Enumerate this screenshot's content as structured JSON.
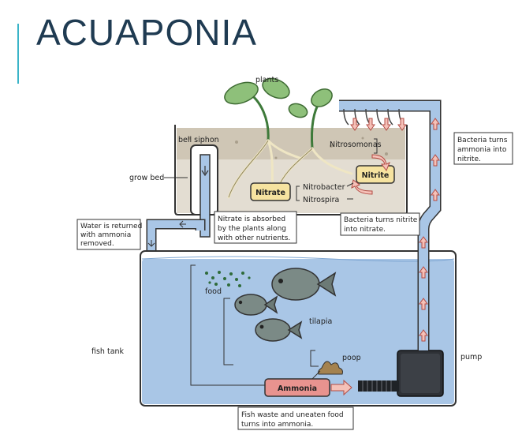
{
  "title": "ACUAPONIA",
  "labels": {
    "plants": "plants",
    "bell_siphon": "bell siphon",
    "grow_bed": "grow bed",
    "nitrosomonas": "Nitrosomonas",
    "nitrite": "Nitrite",
    "nitrate": "Nitrate",
    "nitrobacter": "Nitrobacter",
    "nitrospira": "Nitrospira",
    "food": "food",
    "tilapia": "tilapia",
    "poop": "poop",
    "fish_tank": "fish tank",
    "pump": "pump",
    "ammonia": "Ammonia"
  },
  "callouts": {
    "water_returned": [
      "Water is returned",
      "with ammonia",
      "removed."
    ],
    "nitrate_absorbed": [
      "Nitrate is absorbed",
      "by the plants along",
      "with other nutrients."
    ],
    "bacteria_nitrite": [
      "Bacteria turns nitrite",
      "into nitrate."
    ],
    "bacteria_ammonia": [
      "Bacteria turns",
      "ammonia into",
      "nitrite."
    ],
    "fish_waste": [
      "Fish waste and uneaten food",
      "turns into ammonia."
    ]
  },
  "colors": {
    "water": "#a9c6e6",
    "soil": "#d8cfc0",
    "title": "#1f3b52",
    "accent": "#3ab4c8",
    "ammonia_fill": "#e8938f",
    "label_fill": "#f6e3a0",
    "arrow": "#e9a29a",
    "leaf": "#8ec07a"
  }
}
